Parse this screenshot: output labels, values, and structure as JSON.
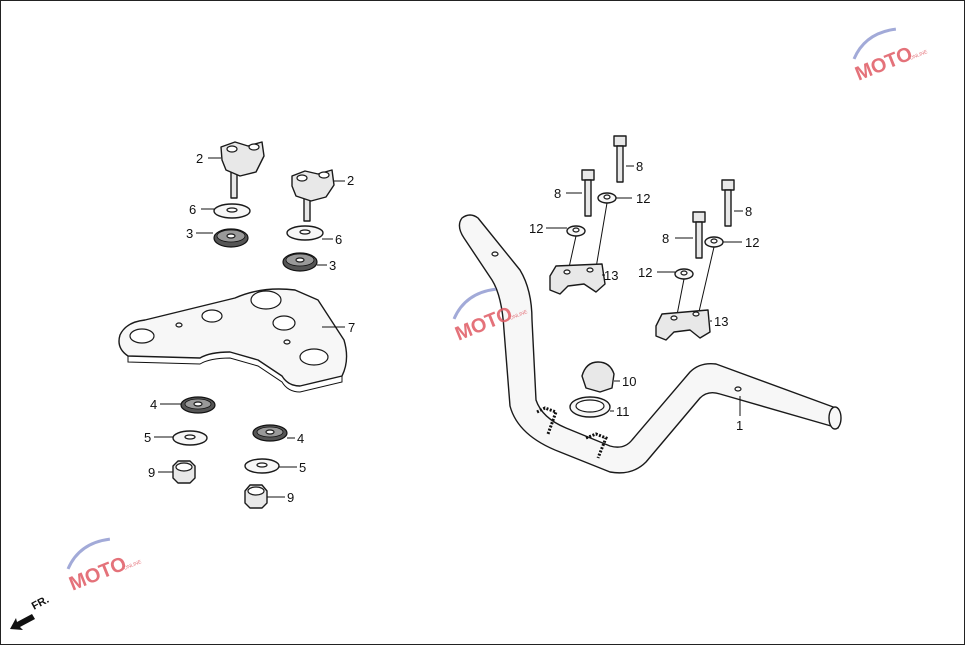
{
  "callouts": {
    "c1": "1",
    "c2a": "2",
    "c2b": "2",
    "c3a": "3",
    "c3b": "3",
    "c4a": "4",
    "c4b": "4",
    "c5a": "5",
    "c5b": "5",
    "c6a": "6",
    "c6b": "6",
    "c7": "7",
    "c8a": "8",
    "c8b": "8",
    "c8c": "8",
    "c8d": "8",
    "c9a": "9",
    "c9b": "9",
    "c10": "10",
    "c11": "11",
    "c12a": "12",
    "c12b": "12",
    "c12c": "12",
    "c12d": "12",
    "c13a": "13",
    "c13b": "13"
  },
  "front_indicator": {
    "label": "FR.",
    "icon": "front-arrow-icon"
  },
  "watermark": {
    "logo_text": "MOTO",
    "logo_sub": "ONLINE",
    "icon": "moto-logo-icon",
    "color": "#e05a63"
  }
}
